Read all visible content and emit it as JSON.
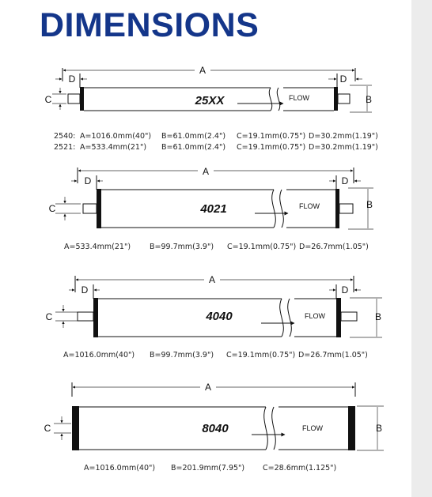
{
  "heading": "DIMENSIONS",
  "dim_labels": {
    "a": "A",
    "b": "B",
    "c": "C",
    "d": "D"
  },
  "flow_label": "FLOW",
  "elements": [
    {
      "model": "25XX",
      "specs": [
        {
          "prefix": "2540:",
          "a": "A=1016.0mm(40\")",
          "b": "B=61.0mm(2.4\")",
          "c": "C=19.1mm(0.75\")",
          "d": "D=30.2mm(1.19\")"
        },
        {
          "prefix": "2521:",
          "a": "A=533.4mm(21\")",
          "b": "B=61.0mm(2.4\")",
          "c": "C=19.1mm(0.75\")",
          "d": "D=30.2mm(1.19\")"
        }
      ]
    },
    {
      "model": "4021",
      "specs": [
        {
          "a": "A=533.4mm(21\")",
          "b": "B=99.7mm(3.9\")",
          "c": "C=19.1mm(0.75\")",
          "d": "D=26.7mm(1.05\")"
        }
      ]
    },
    {
      "model": "4040",
      "specs": [
        {
          "a": "A=1016.0mm(40\")",
          "b": "B=99.7mm(3.9\")",
          "c": "C=19.1mm(0.75\")",
          "d": "D=26.7mm(1.05\")"
        }
      ]
    },
    {
      "model": "8040",
      "specs": [
        {
          "a": "A=1016.0mm(40\")",
          "b": "B=201.9mm(7.95\")",
          "c": "C=28.6mm(1.125\")"
        }
      ]
    }
  ]
}
